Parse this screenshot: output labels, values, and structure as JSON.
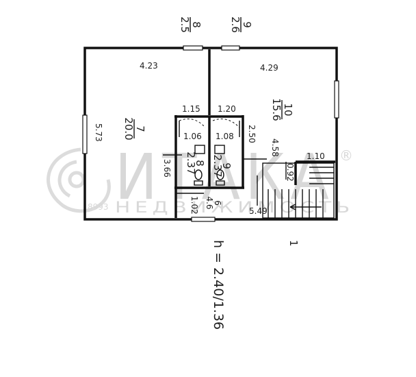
{
  "rooms": [
    {
      "id": "r7",
      "number": "7",
      "area": "20.0"
    },
    {
      "id": "r10",
      "number": "10",
      "area": "15.6"
    },
    {
      "id": "r8",
      "number": "8",
      "area": "2.37"
    },
    {
      "id": "r9",
      "number": "9",
      "area": "2.37"
    },
    {
      "id": "r6",
      "number": "6",
      "area": "4.6"
    }
  ],
  "external_labels": [
    {
      "id": "x8",
      "number": "8",
      "area": "2.5"
    },
    {
      "id": "x9",
      "number": "9",
      "area": "2.6"
    }
  ],
  "dimensions": {
    "d423": "4.23",
    "d429": "4.29",
    "d573": "5.73",
    "d115": "1.15",
    "d120": "1.20",
    "d106": "1.06",
    "d108": "1.08",
    "d250": "2.50",
    "d458": "4.58",
    "d110": "1.10",
    "d092": "0.92",
    "d366": "3.66",
    "d102": "1.02",
    "d549": "5.49"
  },
  "floor_number": "1",
  "height_note": "h = 2.40/1.36",
  "watermark": {
    "brand": "ИТАКА",
    "subtitle": "НЕДВИЖИМОСТЬ",
    "phone": "8993",
    "mark": "®"
  }
}
